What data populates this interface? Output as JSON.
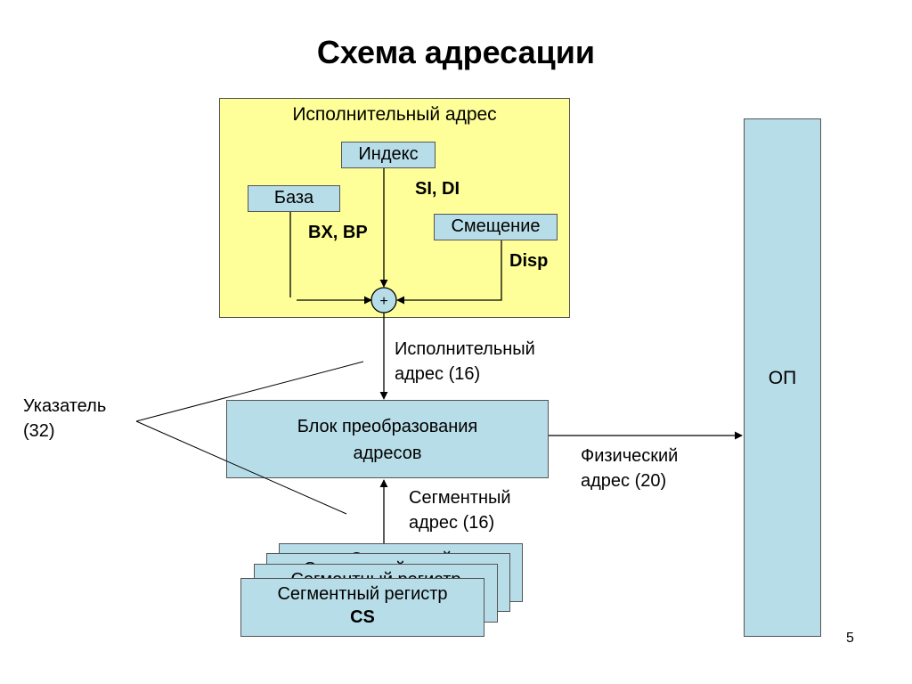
{
  "title": "Схема адресации",
  "effective_address_block": {
    "title": "Исполнительный адрес",
    "index": {
      "label": "Индекс",
      "registers": "SI, DI"
    },
    "base": {
      "label": "База",
      "registers": "BX, BP"
    },
    "displacement": {
      "label": "Смещение",
      "registers": "Disp"
    },
    "adder_symbol": "+"
  },
  "effective_address_link": {
    "line1": "Исполнительный",
    "line2": "адрес (16)"
  },
  "pointer_label": {
    "line1": "Указатель",
    "line2": "(32)"
  },
  "converter": {
    "line1": "Блок преобразования",
    "line2": "адресов"
  },
  "physical_address_link": {
    "line1": "Физический",
    "line2": "адрес (20)"
  },
  "segment_address_link": {
    "line1": "Сегментный",
    "line2": "адрес (16)"
  },
  "segment_registers": {
    "stack": [
      {
        "label": "Сегментный",
        "reg": ""
      },
      {
        "label": "Сегментный регистр",
        "reg": ""
      },
      {
        "label": "Сегментный регистр",
        "reg": ""
      },
      {
        "label": "Сегментный регистр",
        "reg": "CS"
      }
    ]
  },
  "memory": {
    "label": "ОП"
  },
  "page_number": "5"
}
